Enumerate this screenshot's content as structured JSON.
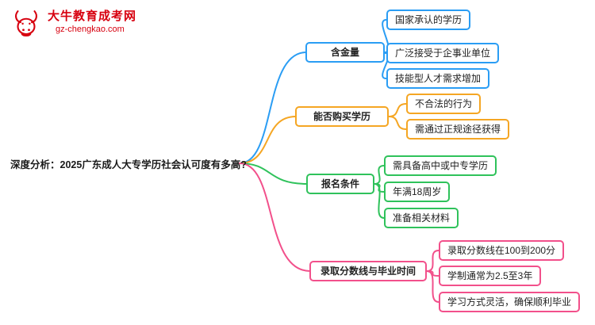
{
  "logo": {
    "site_name": "大牛教育成考网",
    "site_url": "gz-chengkao.com",
    "brand_color": "#d7000f"
  },
  "root": {
    "title": "深度分析：2025广东成人大专学历社会认可度有多高?"
  },
  "colors": {
    "blue": "#2a9df4",
    "orange": "#f5a623",
    "green": "#2fc25b",
    "pink": "#f2508b"
  },
  "branches": [
    {
      "label": "含金量",
      "color": "#2a9df4",
      "children": [
        "国家承认的学历",
        "广泛接受于企事业单位",
        "技能型人才需求增加"
      ]
    },
    {
      "label": "能否购买学历",
      "color": "#f5a623",
      "children": [
        "不合法的行为",
        "需通过正规途径获得"
      ]
    },
    {
      "label": "报名条件",
      "color": "#2fc25b",
      "children": [
        "需具备高中或中专学历",
        "年满18周岁",
        "准备相关材料"
      ]
    },
    {
      "label": "录取分数线与毕业时间",
      "color": "#f2508b",
      "children": [
        "录取分数线在100到200分",
        "学制通常为2.5至3年",
        "学习方式灵活，确保顺利毕业"
      ]
    }
  ]
}
